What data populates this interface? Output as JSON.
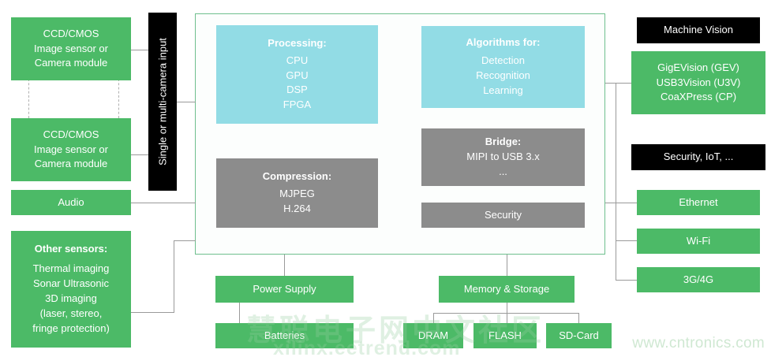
{
  "diagram": {
    "title_watermarks": {
      "cntronics": "www.cntronics.com",
      "chinese": "慧聪电子网中文社区",
      "xilinx": "xilinx.eetrend.com"
    },
    "camera_input_label": "Single or multi-camera input",
    "left_inputs": [
      {
        "name": "camera-sensor-1",
        "lines": [
          "CCD/CMOS",
          "Image sensor or",
          "Camera module"
        ],
        "color": "#4CBA67"
      },
      {
        "name": "camera-sensor-2",
        "lines": [
          "CCD/CMOS",
          "Image sensor or",
          "Camera module"
        ],
        "color": "#4CBA67"
      },
      {
        "name": "audio",
        "lines": [
          "Audio"
        ],
        "color": "#4CBA67"
      },
      {
        "name": "other-sensors",
        "header": "Other sensors:",
        "lines": [
          "Thermal imaging",
          "Sonar Ultrasonic",
          "3D imaging",
          "(laser, stereo,",
          "fringe protection)"
        ],
        "color": "#4CBA67"
      }
    ],
    "soc_blocks": [
      {
        "name": "processing",
        "header": "Processing:",
        "lines": [
          "CPU",
          "GPU",
          "DSP",
          "FPGA"
        ],
        "color": "#92DCE5"
      },
      {
        "name": "compression",
        "header": "Compression:",
        "lines": [
          "MJPEG",
          "H.264"
        ],
        "color": "#8C8C8C"
      },
      {
        "name": "algorithms",
        "header": "Algorithms for:",
        "lines": [
          "Detection",
          "Recognition",
          "Learning"
        ],
        "color": "#92DCE5"
      },
      {
        "name": "bridge",
        "header": "Bridge:",
        "lines": [
          "MIPI to USB 3.x",
          "..."
        ],
        "color": "#8C8C8C"
      },
      {
        "name": "security-block",
        "lines": [
          "Security"
        ],
        "color": "#8C8C8C"
      }
    ],
    "right_outputs": [
      {
        "name": "machine-vision-header",
        "lines": [
          "Machine Vision"
        ],
        "color": "#000000"
      },
      {
        "name": "machine-vision-standards",
        "lines": [
          "GigEVision (GEV)",
          "USB3Vision (U3V)",
          "CoaXPress (CP)"
        ],
        "color": "#4CBA67"
      },
      {
        "name": "security-iot-header",
        "lines": [
          "Security, IoT, ..."
        ],
        "color": "#000000"
      },
      {
        "name": "ethernet",
        "lines": [
          "Ethernet"
        ],
        "color": "#4CBA67"
      },
      {
        "name": "wifi",
        "lines": [
          "Wi-Fi"
        ],
        "color": "#4CBA67"
      },
      {
        "name": "cellular",
        "lines": [
          "3G/4G"
        ],
        "color": "#4CBA67"
      }
    ],
    "bottom_blocks": [
      {
        "name": "power-supply",
        "lines": [
          "Power Supply"
        ],
        "color": "#4CBA67"
      },
      {
        "name": "batteries",
        "lines": [
          "Batteries"
        ],
        "color": "#4CBA67"
      },
      {
        "name": "memory-storage",
        "lines": [
          "Memory & Storage"
        ],
        "color": "#4CBA67"
      },
      {
        "name": "dram",
        "lines": [
          "DRAM"
        ],
        "color": "#4CBA67"
      },
      {
        "name": "flash",
        "lines": [
          "FLASH"
        ],
        "color": "#4CBA67"
      },
      {
        "name": "sd-card",
        "lines": [
          "SD-Card"
        ],
        "color": "#4CBA67"
      }
    ],
    "colors": {
      "green": "#4CBA67",
      "cyan": "#92DCE5",
      "gray": "#8C8C8C",
      "black": "#000000",
      "frame_border": "#6FBF8E",
      "connector": "#9A9A9A",
      "watermark_green": "#CFE8D2"
    }
  }
}
